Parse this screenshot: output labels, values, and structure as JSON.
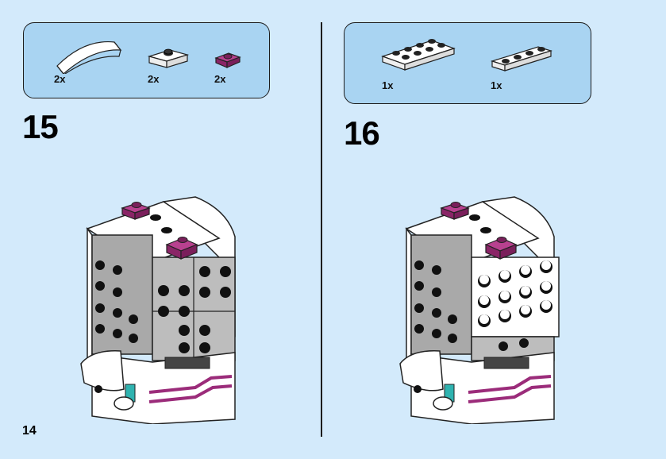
{
  "page": {
    "number": "14"
  },
  "steps": [
    {
      "number": "15",
      "parts": [
        {
          "icon": "white-curved-slope-brick",
          "qty": "2x",
          "color": "#ffffff"
        },
        {
          "icon": "white-jumper-plate",
          "qty": "2x",
          "color": "#ffffff"
        },
        {
          "icon": "magenta-plate-1x1",
          "qty": "2x",
          "color": "#9b2c7a"
        }
      ]
    },
    {
      "number": "16",
      "parts": [
        {
          "icon": "white-plate-2x4",
          "qty": "1x",
          "color": "#ffffff"
        },
        {
          "icon": "white-plate-1x4",
          "qty": "1x",
          "color": "#ffffff"
        }
      ]
    }
  ],
  "colors": {
    "background": "#d3eafb",
    "parts_box": "#a9d4f2",
    "magenta": "#9b2c7a",
    "grey": "#9c9c9c",
    "teal": "#2fb3b0"
  }
}
